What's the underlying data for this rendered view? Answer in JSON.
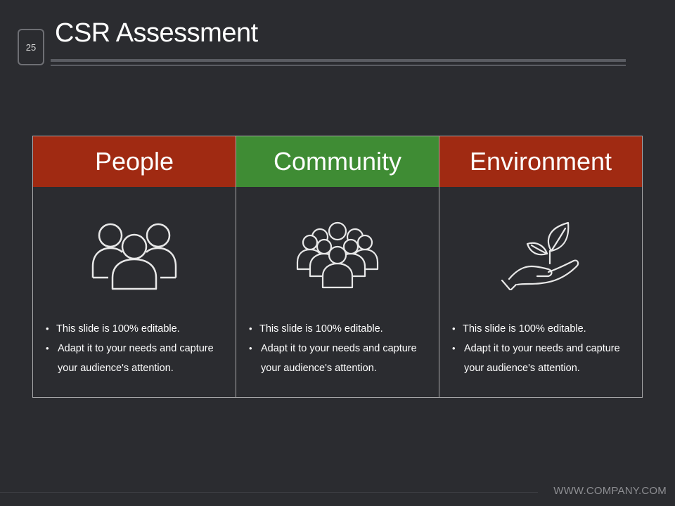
{
  "slide": {
    "number": "25",
    "title": "CSR Assessment"
  },
  "columns": [
    {
      "heading": "People",
      "header_color": "#a02a12",
      "icon": "people-group-icon",
      "bullets": [
        "This slide is 100% editable.",
        "Adapt it to your needs and capture your audience's attention."
      ]
    },
    {
      "heading": "Community",
      "header_color": "#3f8c34",
      "icon": "community-crowd-icon",
      "bullets": [
        "This slide is 100% editable.",
        "Adapt it to your needs and capture your audience's attention."
      ]
    },
    {
      "heading": "Environment",
      "header_color": "#a02a12",
      "icon": "hand-plant-icon",
      "bullets": [
        "This slide is 100% editable.",
        "Adapt it to your needs and capture your audience's attention."
      ]
    }
  ],
  "footer": {
    "url": "WWW.COMPANY.COM"
  },
  "colors": {
    "background": "#2b2c30",
    "accent_red": "#a02a12",
    "accent_green": "#3f8c34"
  }
}
